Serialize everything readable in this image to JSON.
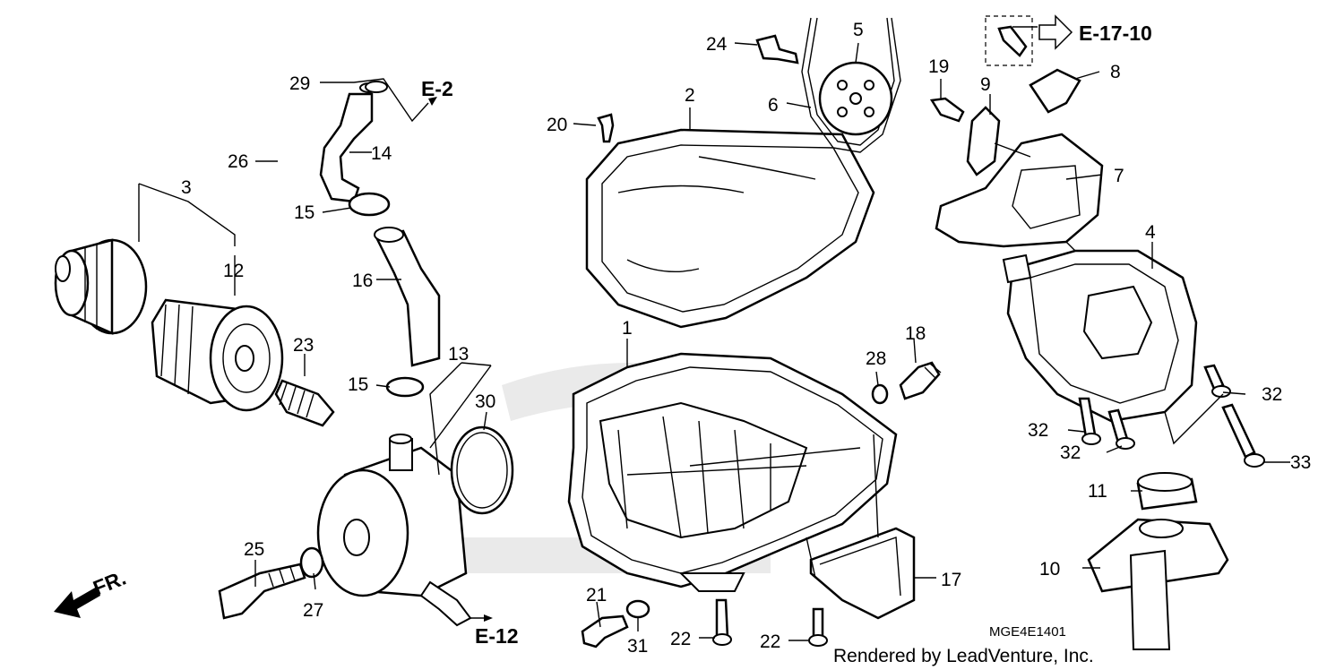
{
  "diagram_code": "MGE4E1401",
  "credit": "Rendered by LeadVenture, Inc.",
  "front_indicator": "FR.",
  "refs": [
    "E-2",
    "E-17-10",
    "E-12"
  ],
  "callouts": [
    "1",
    "2",
    "3",
    "4",
    "5",
    "6",
    "7",
    "8",
    "9",
    "10",
    "11",
    "12",
    "13",
    "14",
    "15",
    "15",
    "16",
    "17",
    "18",
    "19",
    "20",
    "21",
    "22",
    "22",
    "23",
    "24",
    "25",
    "26",
    "27",
    "28",
    "29",
    "30",
    "31",
    "32",
    "32",
    "32",
    "33"
  ]
}
